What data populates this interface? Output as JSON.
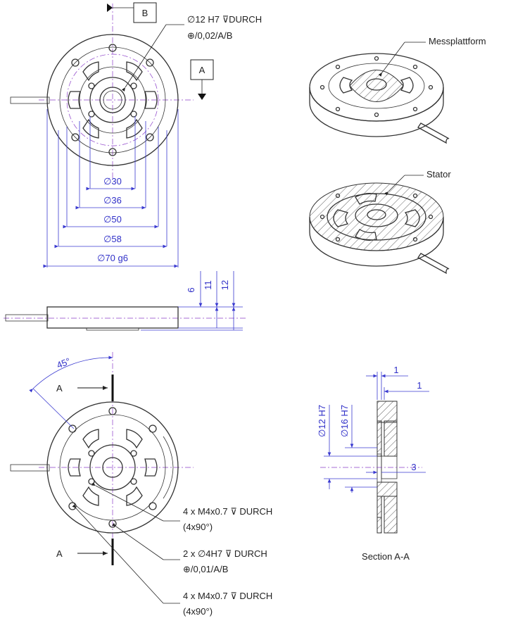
{
  "datums": {
    "b": "B",
    "a": "A"
  },
  "top_view": {
    "bore_callout": "∅12 H7 ⊽DURCH",
    "bore_tolerance": "⊕/0,02/A/B",
    "diameters": [
      "∅30",
      "∅36",
      "∅50",
      "∅58",
      "∅70 g6"
    ]
  },
  "side_view": {
    "heights": [
      "6",
      "11",
      "12"
    ]
  },
  "iso_labels": {
    "platform": "Messplattform",
    "stator": "Stator"
  },
  "bottom_view": {
    "angle": "45°",
    "section_mark_top": "A",
    "section_mark_bottom": "A",
    "callout1_line1": "4 x M4x0.7 ⊽ DURCH",
    "callout1_line2": "(4x90°)",
    "callout2_line1": "2 x ∅4H7 ⊽ DURCH",
    "callout2_line2": "⊕/0,01/A/B",
    "callout3_line1": "4 x M4x0.7 ⊽ DURCH",
    "callout3_line2": "(4x90°)"
  },
  "section": {
    "dim_top1": "1",
    "dim_top2": "1",
    "dim_side": "3",
    "bore1": "∅12 H7",
    "bore2": "∅16 H7",
    "caption": "Section A-A"
  }
}
